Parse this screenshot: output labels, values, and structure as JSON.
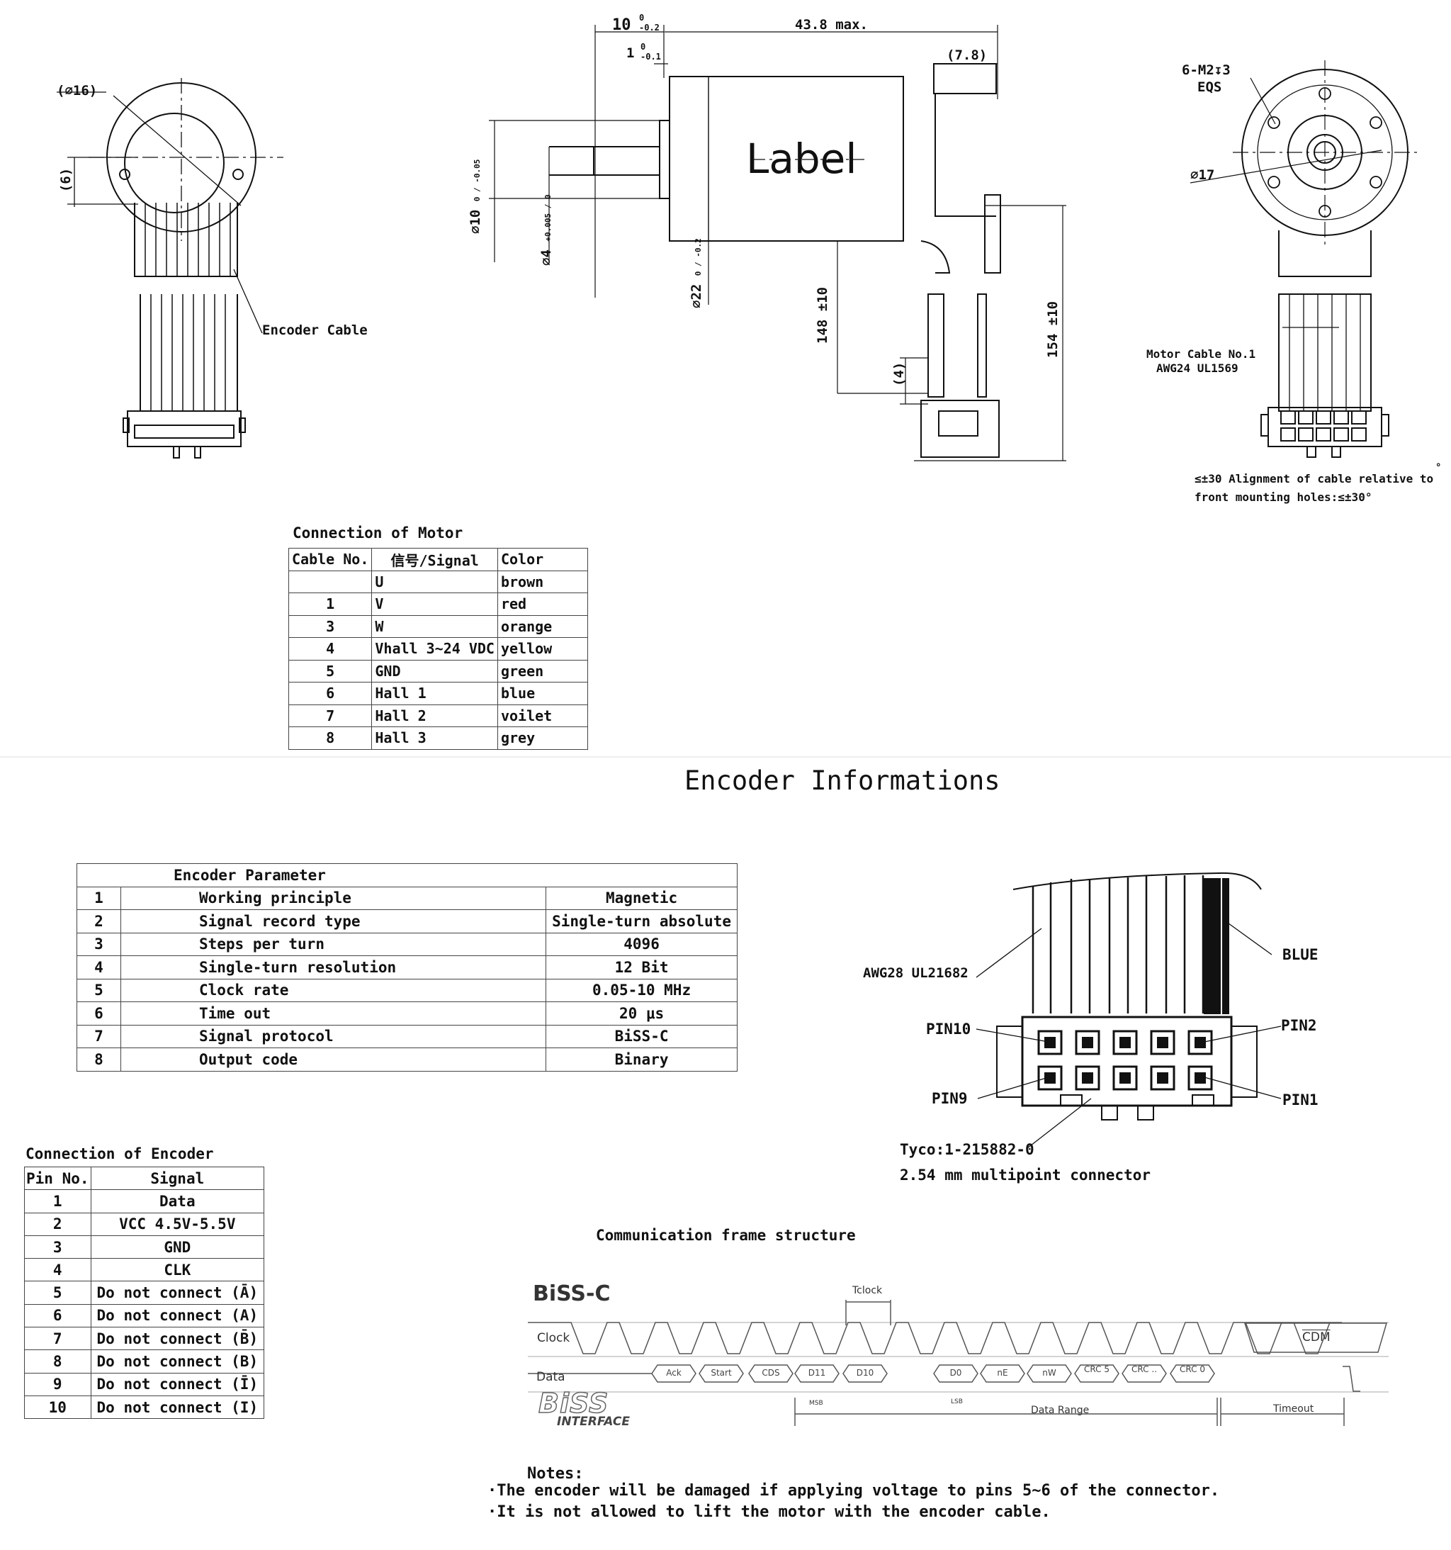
{
  "drawing": {
    "dims": {
      "d16": "(∅16)",
      "six": "(6)",
      "encoder_cable": "Encoder Cable",
      "ten": "10",
      "ten_tol_top": "0",
      "ten_tol_bot": "-0.2",
      "one": "1",
      "one_tol_top": "0",
      "one_tol_bot": "-0.1",
      "len_max": "43.8 max.",
      "seven8": "(7.8)",
      "label": "Label",
      "d10": "∅10",
      "d10_tol": "0 / -0.05",
      "d4": "∅4",
      "d4_tol": "+0.005 / 0",
      "d22": "∅22",
      "d22_tol": "0 / -0.2",
      "l148": "148 ±10",
      "l154": "154 ±10",
      "four": "(4)",
      "m2": "6-M2",
      "m2_depth": "3",
      "eqs": "EQS",
      "d17": "∅17",
      "motor_cable": "Motor Cable No.1",
      "awg24": "AWG24 UL1569",
      "align_1": "≤±30 Alignment of cable relative to",
      "align_deg": "°",
      "align_2": "front mounting holes:≤±30°"
    }
  },
  "motor_connection": {
    "title": "Connection of Motor",
    "headers": [
      "Cable No.",
      "信号/Signal",
      "Color"
    ],
    "rows": [
      [
        "",
        "U",
        "brown"
      ],
      [
        "1",
        "V",
        "red"
      ],
      [
        "3",
        "W",
        "orange"
      ],
      [
        "4",
        "Vhall 3~24 VDC",
        "yellow"
      ],
      [
        "5",
        "GND",
        "green"
      ],
      [
        "6",
        "Hall 1",
        "blue"
      ],
      [
        "7",
        "Hall 2",
        "voilet"
      ],
      [
        "8",
        "Hall 3",
        "grey"
      ]
    ]
  },
  "encoder_info": {
    "title": "Encoder Informations",
    "param_title": "Encoder Parameter",
    "rows": [
      [
        "1",
        "Working principle",
        "Magnetic"
      ],
      [
        "2",
        "Signal record type",
        "Single-turn absolute"
      ],
      [
        "3",
        "Steps per turn",
        "4096"
      ],
      [
        "4",
        "Single-turn resolution",
        "12 Bit"
      ],
      [
        "5",
        "Clock rate",
        "0.05-10 MHz"
      ],
      [
        "6",
        "Time out",
        "20 μs"
      ],
      [
        "7",
        "Signal protocol",
        "BiSS-C"
      ],
      [
        "8",
        "Output code",
        "Binary"
      ]
    ]
  },
  "encoder_connection": {
    "title": "Connection of Encoder",
    "headers": [
      "Pin No.",
      "Signal"
    ],
    "rows": [
      [
        "1",
        "Data"
      ],
      [
        "2",
        "VCC 4.5V-5.5V"
      ],
      [
        "3",
        "GND"
      ],
      [
        "4",
        "CLK"
      ],
      [
        "5",
        "Do not connect (Ā)"
      ],
      [
        "6",
        "Do not connect (A)"
      ],
      [
        "7",
        "Do not connect (B̄)"
      ],
      [
        "8",
        "Do not connect (B)"
      ],
      [
        "9",
        "Do not connect (Ī)"
      ],
      [
        "10",
        "Do not connect (I)"
      ]
    ]
  },
  "connector": {
    "awg28": "AWG28 UL21682",
    "blue": "BLUE",
    "pin10": "PIN10",
    "pin9": "PIN9",
    "pin2": "PIN2",
    "pin1": "PIN1",
    "tyco": "Tyco:1-215882-0",
    "multipoint": "2.54 mm multipoint connector"
  },
  "timing": {
    "caption": "Communication frame structure",
    "title": "BiSS-C",
    "clock": "Clock",
    "data": "Data",
    "tclock": "Tclock",
    "cdm": "CDM",
    "cells": [
      "Ack",
      "Start",
      "CDS",
      "D11",
      "D10",
      "D0",
      "nE",
      "nW",
      "CRC 5",
      "CRC ..",
      "CRC 0"
    ],
    "msb": "MSB",
    "lsb": "LSB",
    "data_range": "Data Range",
    "timeout": "Timeout",
    "logo_top": "BiSS",
    "logo_bottom": "INTERFACE"
  },
  "notes": {
    "title": "Notes:",
    "items": [
      "·The encoder will be damaged if applying voltage to pins 5~6 of the connector.",
      "·It is not allowed to lift the motor with the encoder cable."
    ]
  }
}
